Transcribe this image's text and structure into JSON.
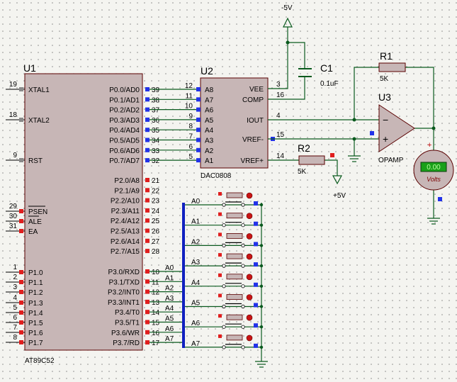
{
  "colors": {
    "wire": "#0a5a1e",
    "body": "#c7b6b6",
    "body_stroke": "#5a0000",
    "bus": "#1020c0",
    "pin_red": "#e01e1e",
    "pin_blue": "#2232e8",
    "meter_screen": "#19a019",
    "meter_text": "#b9ff9f"
  },
  "u1": {
    "ref": "U1",
    "part": "AT89C52",
    "left_pins": [
      {
        "num": "19",
        "name": "XTAL1"
      },
      {
        "num": "18",
        "name": "XTAL2"
      },
      {
        "num": "9",
        "name": "RST"
      },
      {
        "num": "29",
        "name": "PSEN"
      },
      {
        "num": "30",
        "name": "ALE"
      },
      {
        "num": "31",
        "name": "EA"
      },
      {
        "num": "1",
        "name": "P1.0"
      },
      {
        "num": "2",
        "name": "P1.1"
      },
      {
        "num": "3",
        "name": "P1.2"
      },
      {
        "num": "4",
        "name": "P1.3"
      },
      {
        "num": "5",
        "name": "P1.4"
      },
      {
        "num": "6",
        "name": "P1.5"
      },
      {
        "num": "7",
        "name": "P1.6"
      },
      {
        "num": "8",
        "name": "P1.7"
      }
    ],
    "p0_pins": [
      {
        "num": "39",
        "name": "P0.0/AD0"
      },
      {
        "num": "38",
        "name": "P0.1/AD1"
      },
      {
        "num": "37",
        "name": "P0.2/AD2"
      },
      {
        "num": "36",
        "name": "P0.3/AD3"
      },
      {
        "num": "35",
        "name": "P0.4/AD4"
      },
      {
        "num": "34",
        "name": "P0.5/AD5"
      },
      {
        "num": "33",
        "name": "P0.6/AD6"
      },
      {
        "num": "32",
        "name": "P0.7/AD7"
      }
    ],
    "p2_pins": [
      {
        "num": "21",
        "name": "P2.0/A8"
      },
      {
        "num": "22",
        "name": "P2.1/A9"
      },
      {
        "num": "23",
        "name": "P2.2/A10"
      },
      {
        "num": "24",
        "name": "P2.3/A11"
      },
      {
        "num": "25",
        "name": "P2.4/A12"
      },
      {
        "num": "26",
        "name": "P2.5/A13"
      },
      {
        "num": "27",
        "name": "P2.6/A14"
      },
      {
        "num": "28",
        "name": "P2.7/A15"
      }
    ],
    "p3_pins": [
      {
        "num": "10",
        "name": "P3.0/RXD",
        "net": "A0"
      },
      {
        "num": "11",
        "name": "P3.1/TXD",
        "net": "A1"
      },
      {
        "num": "12",
        "name": "P3.2/INT0",
        "net": "A2"
      },
      {
        "num": "13",
        "name": "P3.3/INT1",
        "net": "A3"
      },
      {
        "num": "14",
        "name": "P3.4/T0",
        "net": "A4"
      },
      {
        "num": "15",
        "name": "P3.5/T1",
        "net": "A5"
      },
      {
        "num": "16",
        "name": "P3.6/WR",
        "net": "A6"
      },
      {
        "num": "17",
        "name": "P3.7/RD",
        "net": "A7"
      }
    ]
  },
  "u2": {
    "ref": "U2",
    "part": "DAC0808",
    "inputs": [
      {
        "num": "12",
        "name": "A8"
      },
      {
        "num": "11",
        "name": "A7"
      },
      {
        "num": "10",
        "name": "A6"
      },
      {
        "num": "9",
        "name": "A5"
      },
      {
        "num": "8",
        "name": "A4"
      },
      {
        "num": "7",
        "name": "A3"
      },
      {
        "num": "6",
        "name": "A2"
      },
      {
        "num": "5",
        "name": "A1"
      }
    ],
    "outputs": [
      {
        "num": "3",
        "name": "VEE"
      },
      {
        "num": "16",
        "name": "COMP"
      },
      {
        "num": "4",
        "name": "IOUT"
      },
      {
        "num": "15",
        "name": "VREF-"
      },
      {
        "num": "14",
        "name": "VREF+"
      }
    ]
  },
  "u3": {
    "ref": "U3",
    "part": "OPAMP",
    "minus": "−",
    "plus": "+"
  },
  "c1": {
    "ref": "C1",
    "value": "0.1uF"
  },
  "r1": {
    "ref": "R1",
    "value": "5K"
  },
  "r2": {
    "ref": "R2",
    "value": "5K"
  },
  "supply_neg": "-5V",
  "supply_pos": "+5V",
  "meter": {
    "reading": "0.00",
    "unit": "Volts",
    "plus": "+"
  },
  "switch_nets": [
    "A0",
    "A1",
    "A2",
    "A3",
    "A4",
    "A5",
    "A6",
    "A7"
  ]
}
